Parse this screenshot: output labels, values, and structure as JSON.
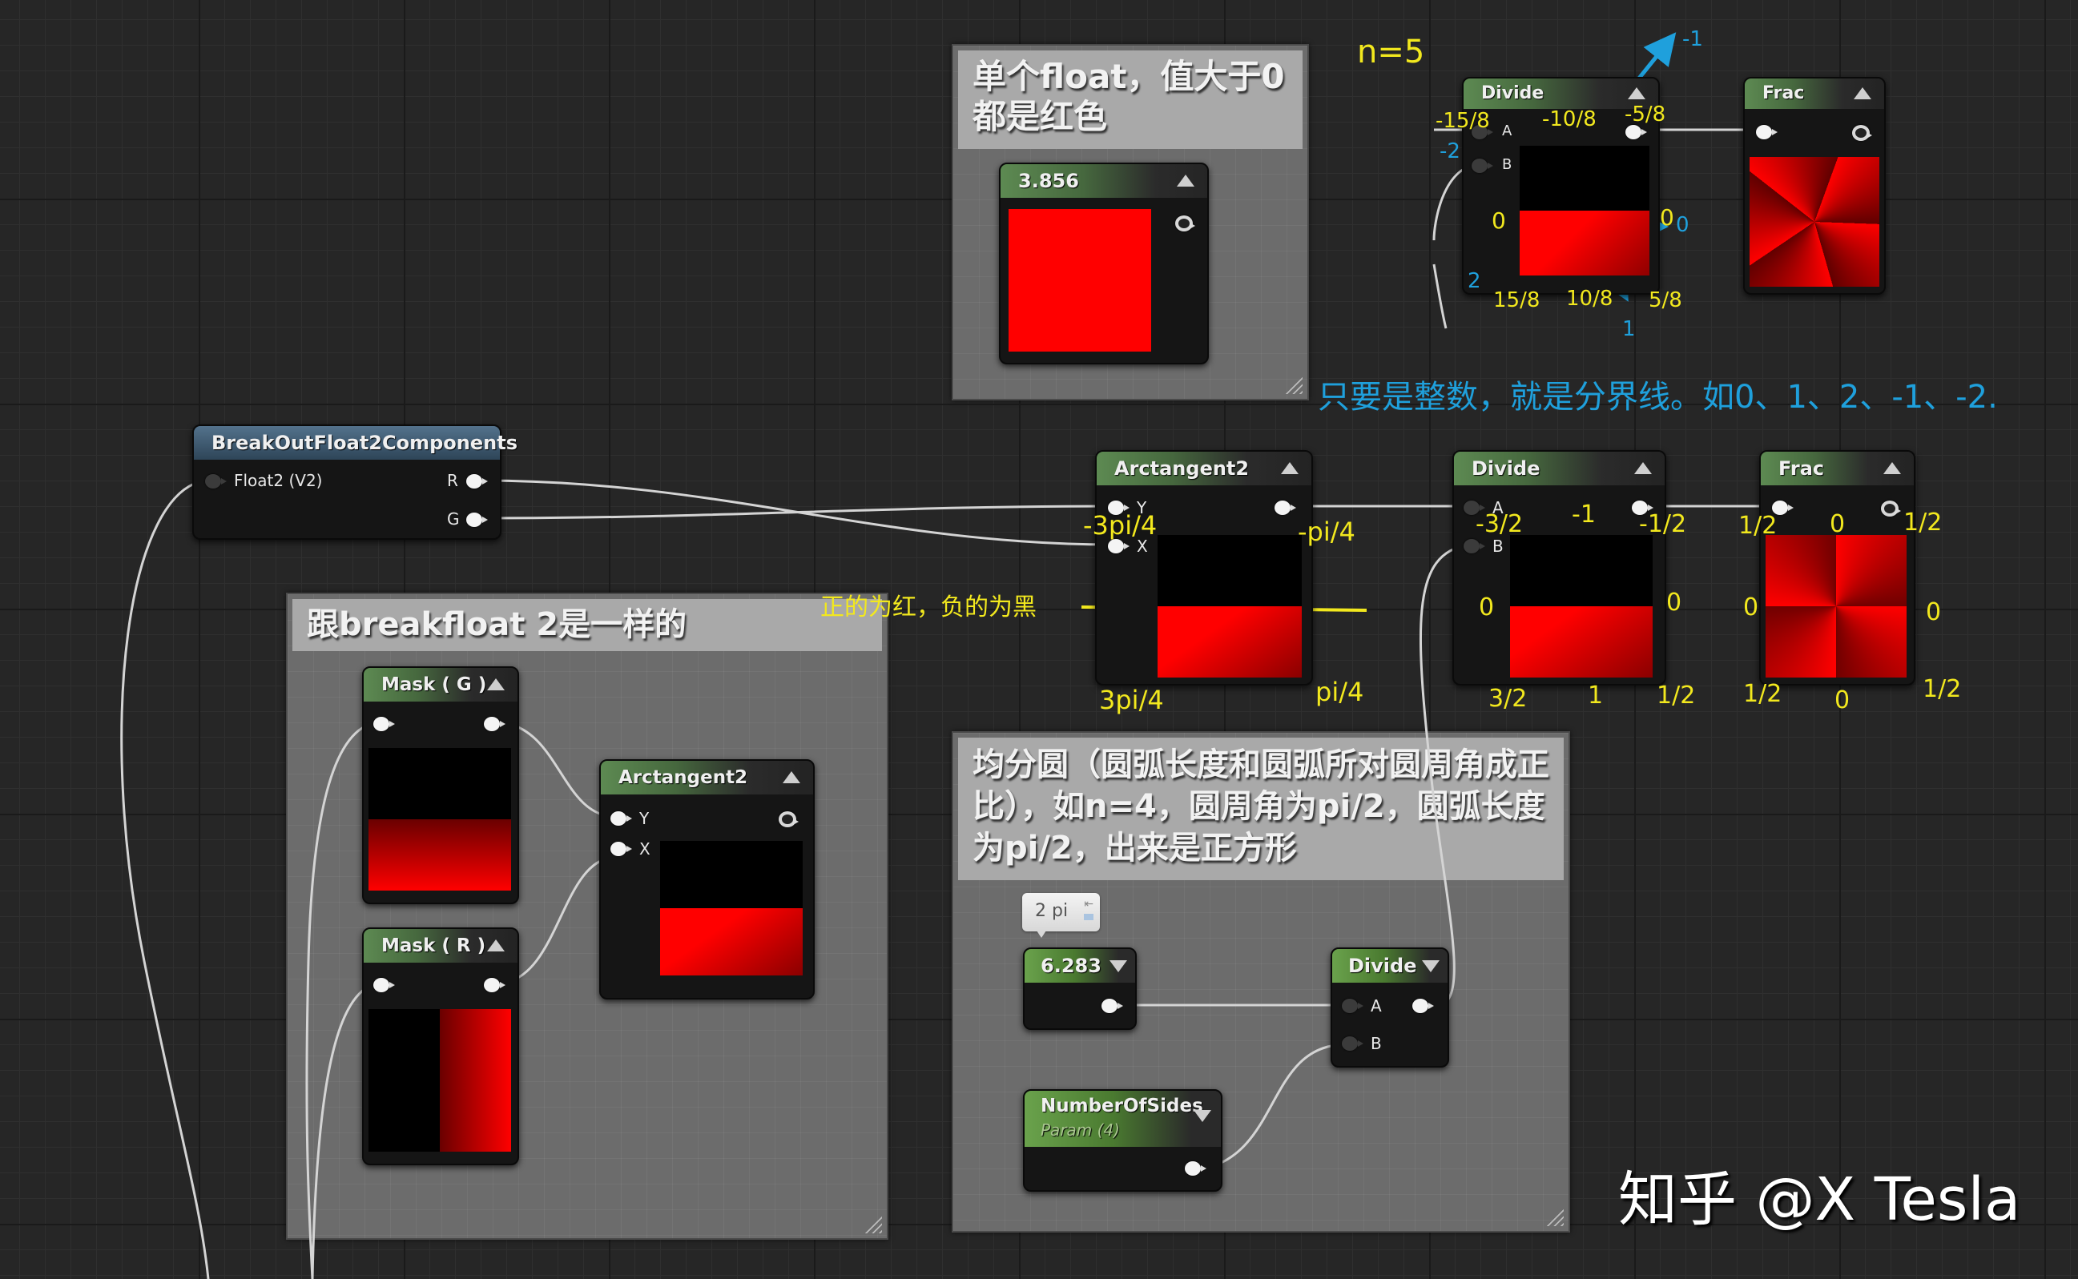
{
  "comments": {
    "single_float": {
      "title": "单个float，值大于0都是红色"
    },
    "same_as_break": {
      "title": "跟breakfloat 2是一样的"
    },
    "circle_division": {
      "title": "均分圆（圆弧长度和圆弧所对圆周角成正比），如n=4，圆周角为pi/2，圆弧长度为pi/2，出来是正方形"
    }
  },
  "nodes": {
    "constant_3856": {
      "value": "3.856"
    },
    "breakout": {
      "title": "BreakOutFloat2Components",
      "input": "Float2 (V2)",
      "out_r": "R",
      "out_g": "G"
    },
    "top_divide": {
      "title": "Divide",
      "pin_a": "A",
      "pin_b": "B"
    },
    "top_frac": {
      "title": "Frac"
    },
    "mid_arctan2": {
      "title": "Arctangent2",
      "pin_y": "Y",
      "pin_x": "X"
    },
    "mid_divide": {
      "title": "Divide",
      "pin_a": "A",
      "pin_b": "B"
    },
    "mid_frac": {
      "title": "Frac"
    },
    "mask_g": {
      "title": "Mask ( G )"
    },
    "mask_r": {
      "title": "Mask ( R )"
    },
    "inner_arctan2": {
      "title": "Arctangent2",
      "pin_y": "Y",
      "pin_x": "X"
    },
    "constant_2pi": {
      "value": "6.283",
      "bubble": "2 pi"
    },
    "inner_divide": {
      "title": "Divide",
      "pin_a": "A",
      "pin_b": "B"
    },
    "number_of_sides": {
      "title": "NumberOfSides",
      "subtitle": "Param (4)"
    }
  },
  "annotations": {
    "n_label": "n=5",
    "integer_rule": "只要是整数，就是分界线。如0、1、2、-1、-2.",
    "sign_rule": "正的为红，负的为黑",
    "top_divide": {
      "top_left": "-15/8",
      "top_mid": "-10/8",
      "top_right": "-5/8",
      "mid_left": "0",
      "mid_right": "0",
      "bot_left": "15/8",
      "bot_mid": "10/8",
      "bot_right": "5/8",
      "blue_up": "-1",
      "blue_left": "-2",
      "blue_right": "0",
      "blue_down": "1",
      "blue_down_left": "2"
    },
    "arctan2": {
      "top_left": "-3pi/4",
      "top_right": "-pi/4",
      "bot_left": "3pi/4",
      "bot_right": "pi/4"
    },
    "mid_divide": {
      "top_left": "-3/2",
      "top_mid": "-1",
      "top_right": "-1/2",
      "mid_left": "0",
      "mid_right": "0",
      "bot_left": "3/2",
      "bot_mid": "1",
      "bot_right": "1/2"
    },
    "mid_frac": {
      "top_left": "1/2",
      "top_mid": "0",
      "top_right": "1/2",
      "mid_left": "0",
      "mid_right": "0",
      "bot_left": "1/2",
      "bot_mid": "0",
      "bot_right": "1/2"
    }
  },
  "watermark": "知乎 @X Tesla",
  "colors": {
    "annotation_yellow": "#f2e81e",
    "annotation_blue": "#1fa0dc",
    "preview_red": "#ff0000",
    "header_green": "#5d8a52"
  }
}
